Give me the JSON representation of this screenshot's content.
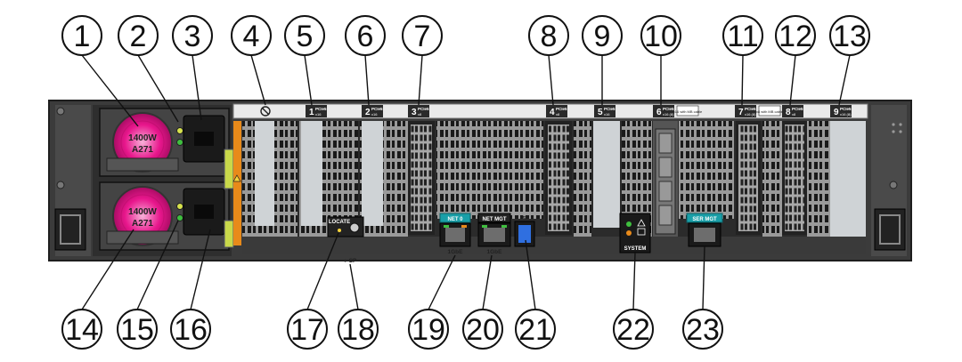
{
  "callouts": [
    "1",
    "2",
    "3",
    "4",
    "5",
    "6",
    "7",
    "8",
    "9",
    "10",
    "11",
    "12",
    "13",
    "14",
    "15",
    "16",
    "17",
    "18",
    "19",
    "20",
    "21",
    "22",
    "23"
  ],
  "psu": {
    "top": {
      "wattage": "1400W",
      "model": "A271"
    },
    "bottom": {
      "wattage": "1400W",
      "model": "A271"
    }
  },
  "slots": [
    {
      "num": "1",
      "label": "PCIe5",
      "sub": "x16"
    },
    {
      "num": "2",
      "label": "PCIe5",
      "sub": "x16"
    },
    {
      "num": "3",
      "label": "PCIe5",
      "sub": "x8"
    },
    {
      "num": "4",
      "label": "PCIe5",
      "sub": "x8"
    },
    {
      "num": "5",
      "label": "PCIe5",
      "sub": "x16"
    },
    {
      "num": "6",
      "label": "PCIe5",
      "sub": "x16 (8)"
    },
    {
      "num": "7",
      "label": "PCIe5",
      "sub": "x16 (8)"
    },
    {
      "num": "8",
      "label": "PCIe5",
      "sub": "x8"
    },
    {
      "num": "9",
      "label": "PCIe5",
      "sub": "x16 (8)"
    }
  ],
  "slot_notes": {
    "slot6": "x16 with MB cable",
    "slot8": "x8 with MB cable"
  },
  "ports": {
    "locate": "LOCATE",
    "sp": "●-SP",
    "net0": "NET 0",
    "net_mgt": "NET MGT",
    "gbe_left": "1GbE",
    "gbe_right": "1GbE",
    "system": "SYSTEM",
    "ser_mgt": "SER MGT"
  },
  "colors": {
    "chassis": "#3b3b3b",
    "psu_fan": "#e8168c",
    "accent_orange": "#e88a1a",
    "latch_green": "#c8d84a",
    "ser_mgt_teal": "#1a9fa8",
    "port_green": "#3fbf3f"
  }
}
